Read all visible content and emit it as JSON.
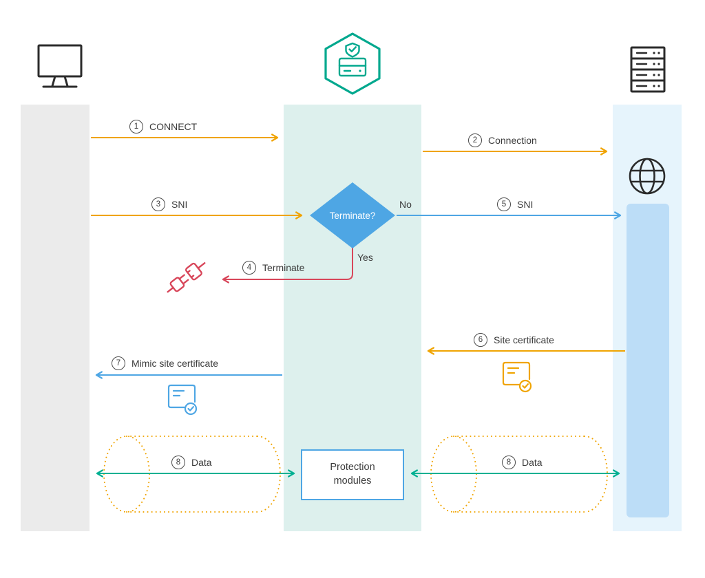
{
  "colors": {
    "orange": "#F0A400",
    "blue": "#4EA6E4",
    "red": "#D8465A",
    "green": "#00B092",
    "teal": "#00A88E",
    "lane_client": "#EBEBEB",
    "lane_gateway": "#DDF0ED",
    "lane_server": "#E6F4FC",
    "server_bar": "#BCDDF7",
    "text": "#3C3C3C"
  },
  "steps": [
    {
      "num": "1",
      "label": "CONNECT"
    },
    {
      "num": "2",
      "label": "Connection"
    },
    {
      "num": "3",
      "label": "SNI"
    },
    {
      "num": "4",
      "label": "Terminate"
    },
    {
      "num": "5",
      "label": "SNI"
    },
    {
      "num": "6",
      "label": "Site certificate"
    },
    {
      "num": "7",
      "label": "Mimic site certificate"
    },
    {
      "num": "8",
      "label": "Data"
    },
    {
      "num": "8",
      "label": "Data"
    }
  ],
  "decision": {
    "question": "Terminate?",
    "no": "No",
    "yes": "Yes"
  },
  "protection": {
    "label": "Protection modules"
  },
  "icons": {
    "client": "monitor-icon",
    "gateway": "shield-appliance-icon",
    "server": "server-rack-icon",
    "internet": "globe-icon",
    "terminate": "disconnected-plug-icon",
    "site_certificate": "certificate-seal-icon",
    "mimic_certificate": "certificate-seal-icon",
    "data_tunnel": "dotted-cylinder-shape"
  }
}
